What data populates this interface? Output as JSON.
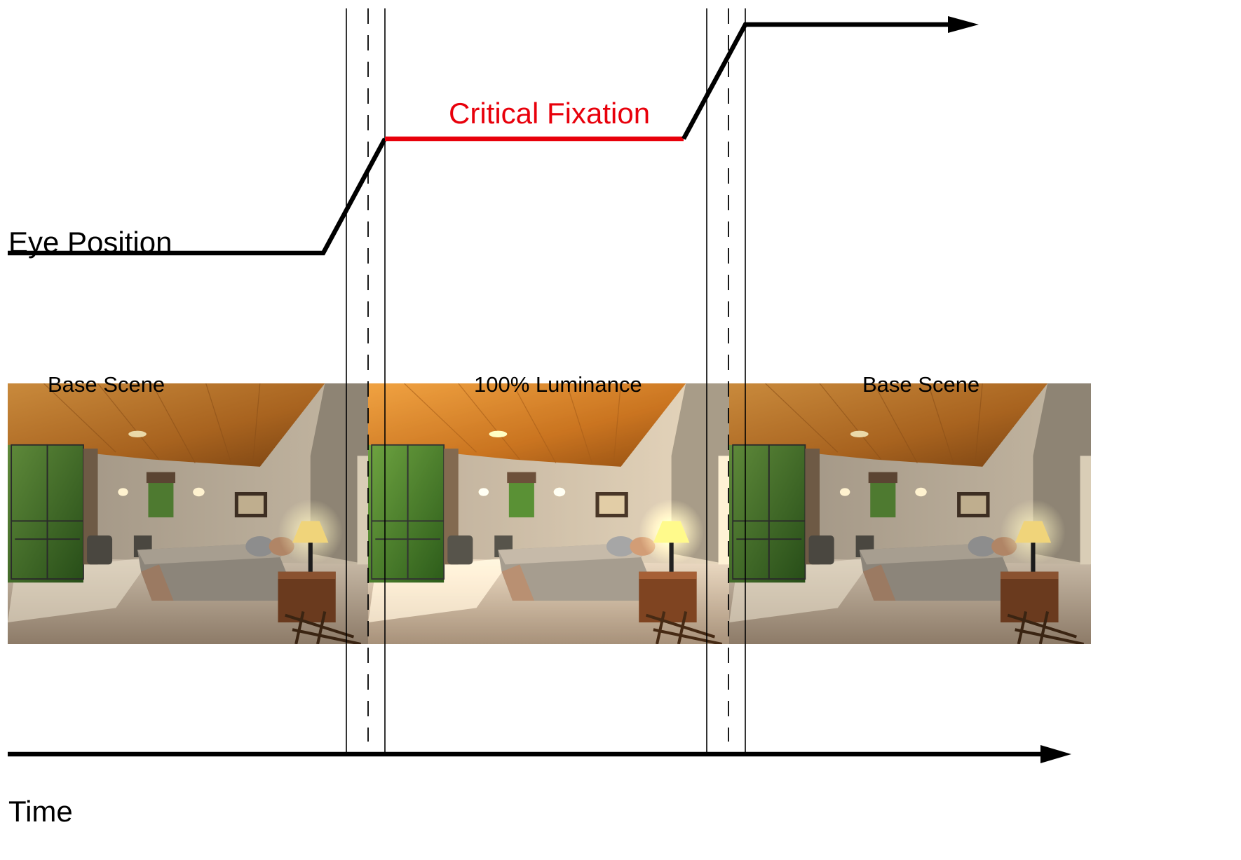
{
  "labels": {
    "eye_position": "Eye Position",
    "critical_fixation": "Critical Fixation",
    "time": "Time"
  },
  "scenes": [
    {
      "caption": "Base Scene",
      "brightness": "normal"
    },
    {
      "caption": "100% Luminance",
      "brightness": "bright"
    },
    {
      "caption": "Base Scene",
      "brightness": "normal"
    }
  ],
  "colors": {
    "line": "#000000",
    "critical": "#e8000b",
    "ceiling": "#b8742a",
    "wall": "#b7aa96",
    "floor": "#a89784",
    "foliage": "#3f6a28"
  }
}
